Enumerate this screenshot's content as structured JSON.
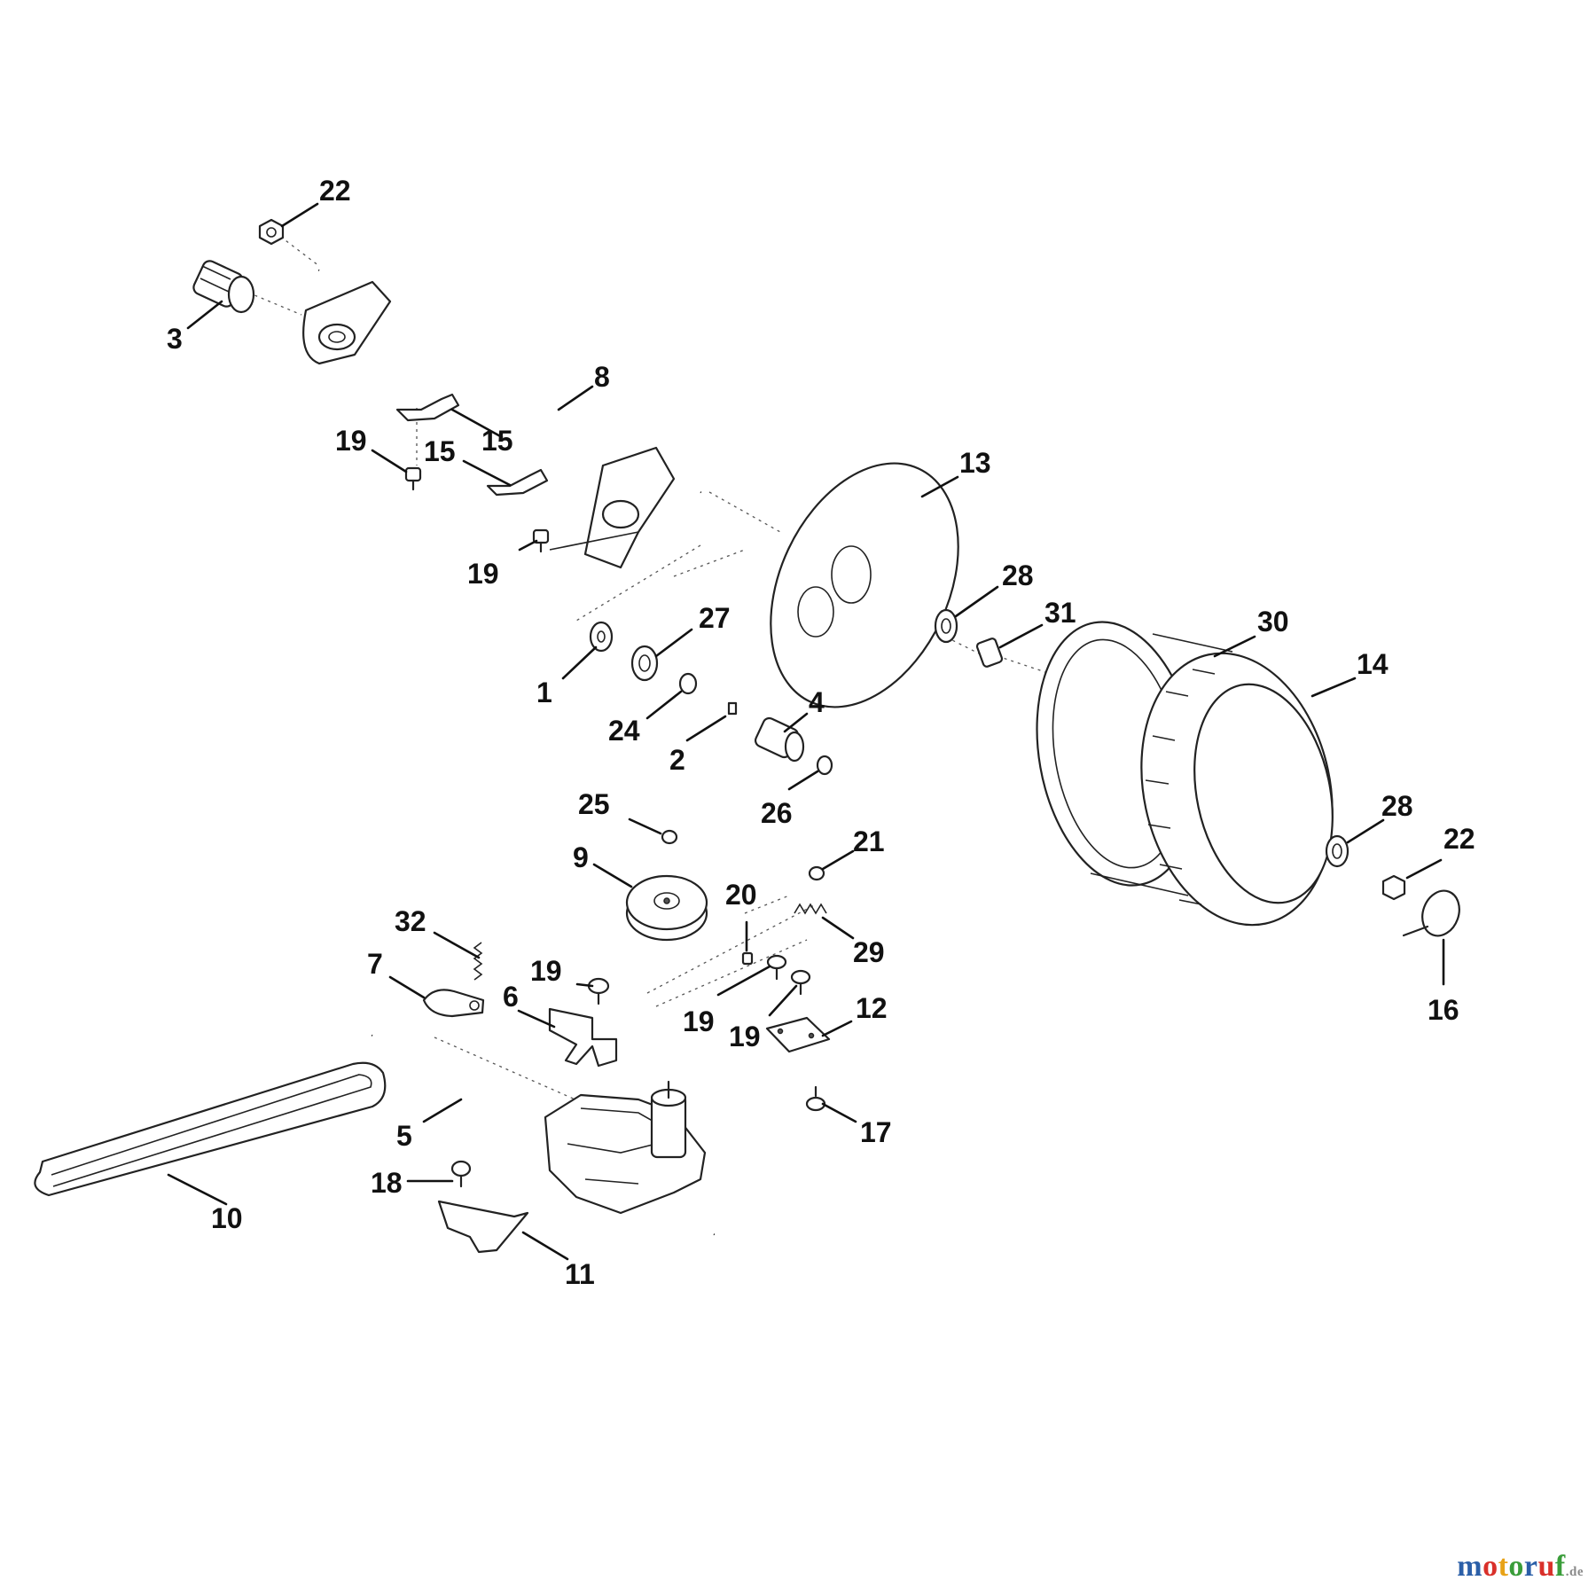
{
  "callouts": {
    "c22a": "22",
    "c3": "3",
    "c8": "8",
    "c19a": "19",
    "c15a": "15",
    "c15b": "15",
    "c19b": "19",
    "c13": "13",
    "c28a": "28",
    "c31": "31",
    "c30": "30",
    "c14": "14",
    "c27": "27",
    "c1": "1",
    "c24": "24",
    "c2": "2",
    "c4": "4",
    "c26": "26",
    "c25": "25",
    "c21": "21",
    "c28b": "28",
    "c22b": "22",
    "c9": "9",
    "c20": "20",
    "c29": "29",
    "c32": "32",
    "c7": "7",
    "c19c": "19",
    "c6": "6",
    "c19d": "19",
    "c19e": "19",
    "c12": "12",
    "c16": "16",
    "c17": "17",
    "c5": "5",
    "c18": "18",
    "c10": "10",
    "c11": "11"
  },
  "watermark": {
    "letters": [
      "m",
      "o",
      "t",
      "o",
      "r",
      "u",
      "f"
    ],
    "tld": ".de",
    "colors": [
      "#2b5fa8",
      "#d9302a",
      "#e8a317",
      "#3a9d3a",
      "#2b5fa8",
      "#d9302a",
      "#3a9d3a"
    ]
  }
}
